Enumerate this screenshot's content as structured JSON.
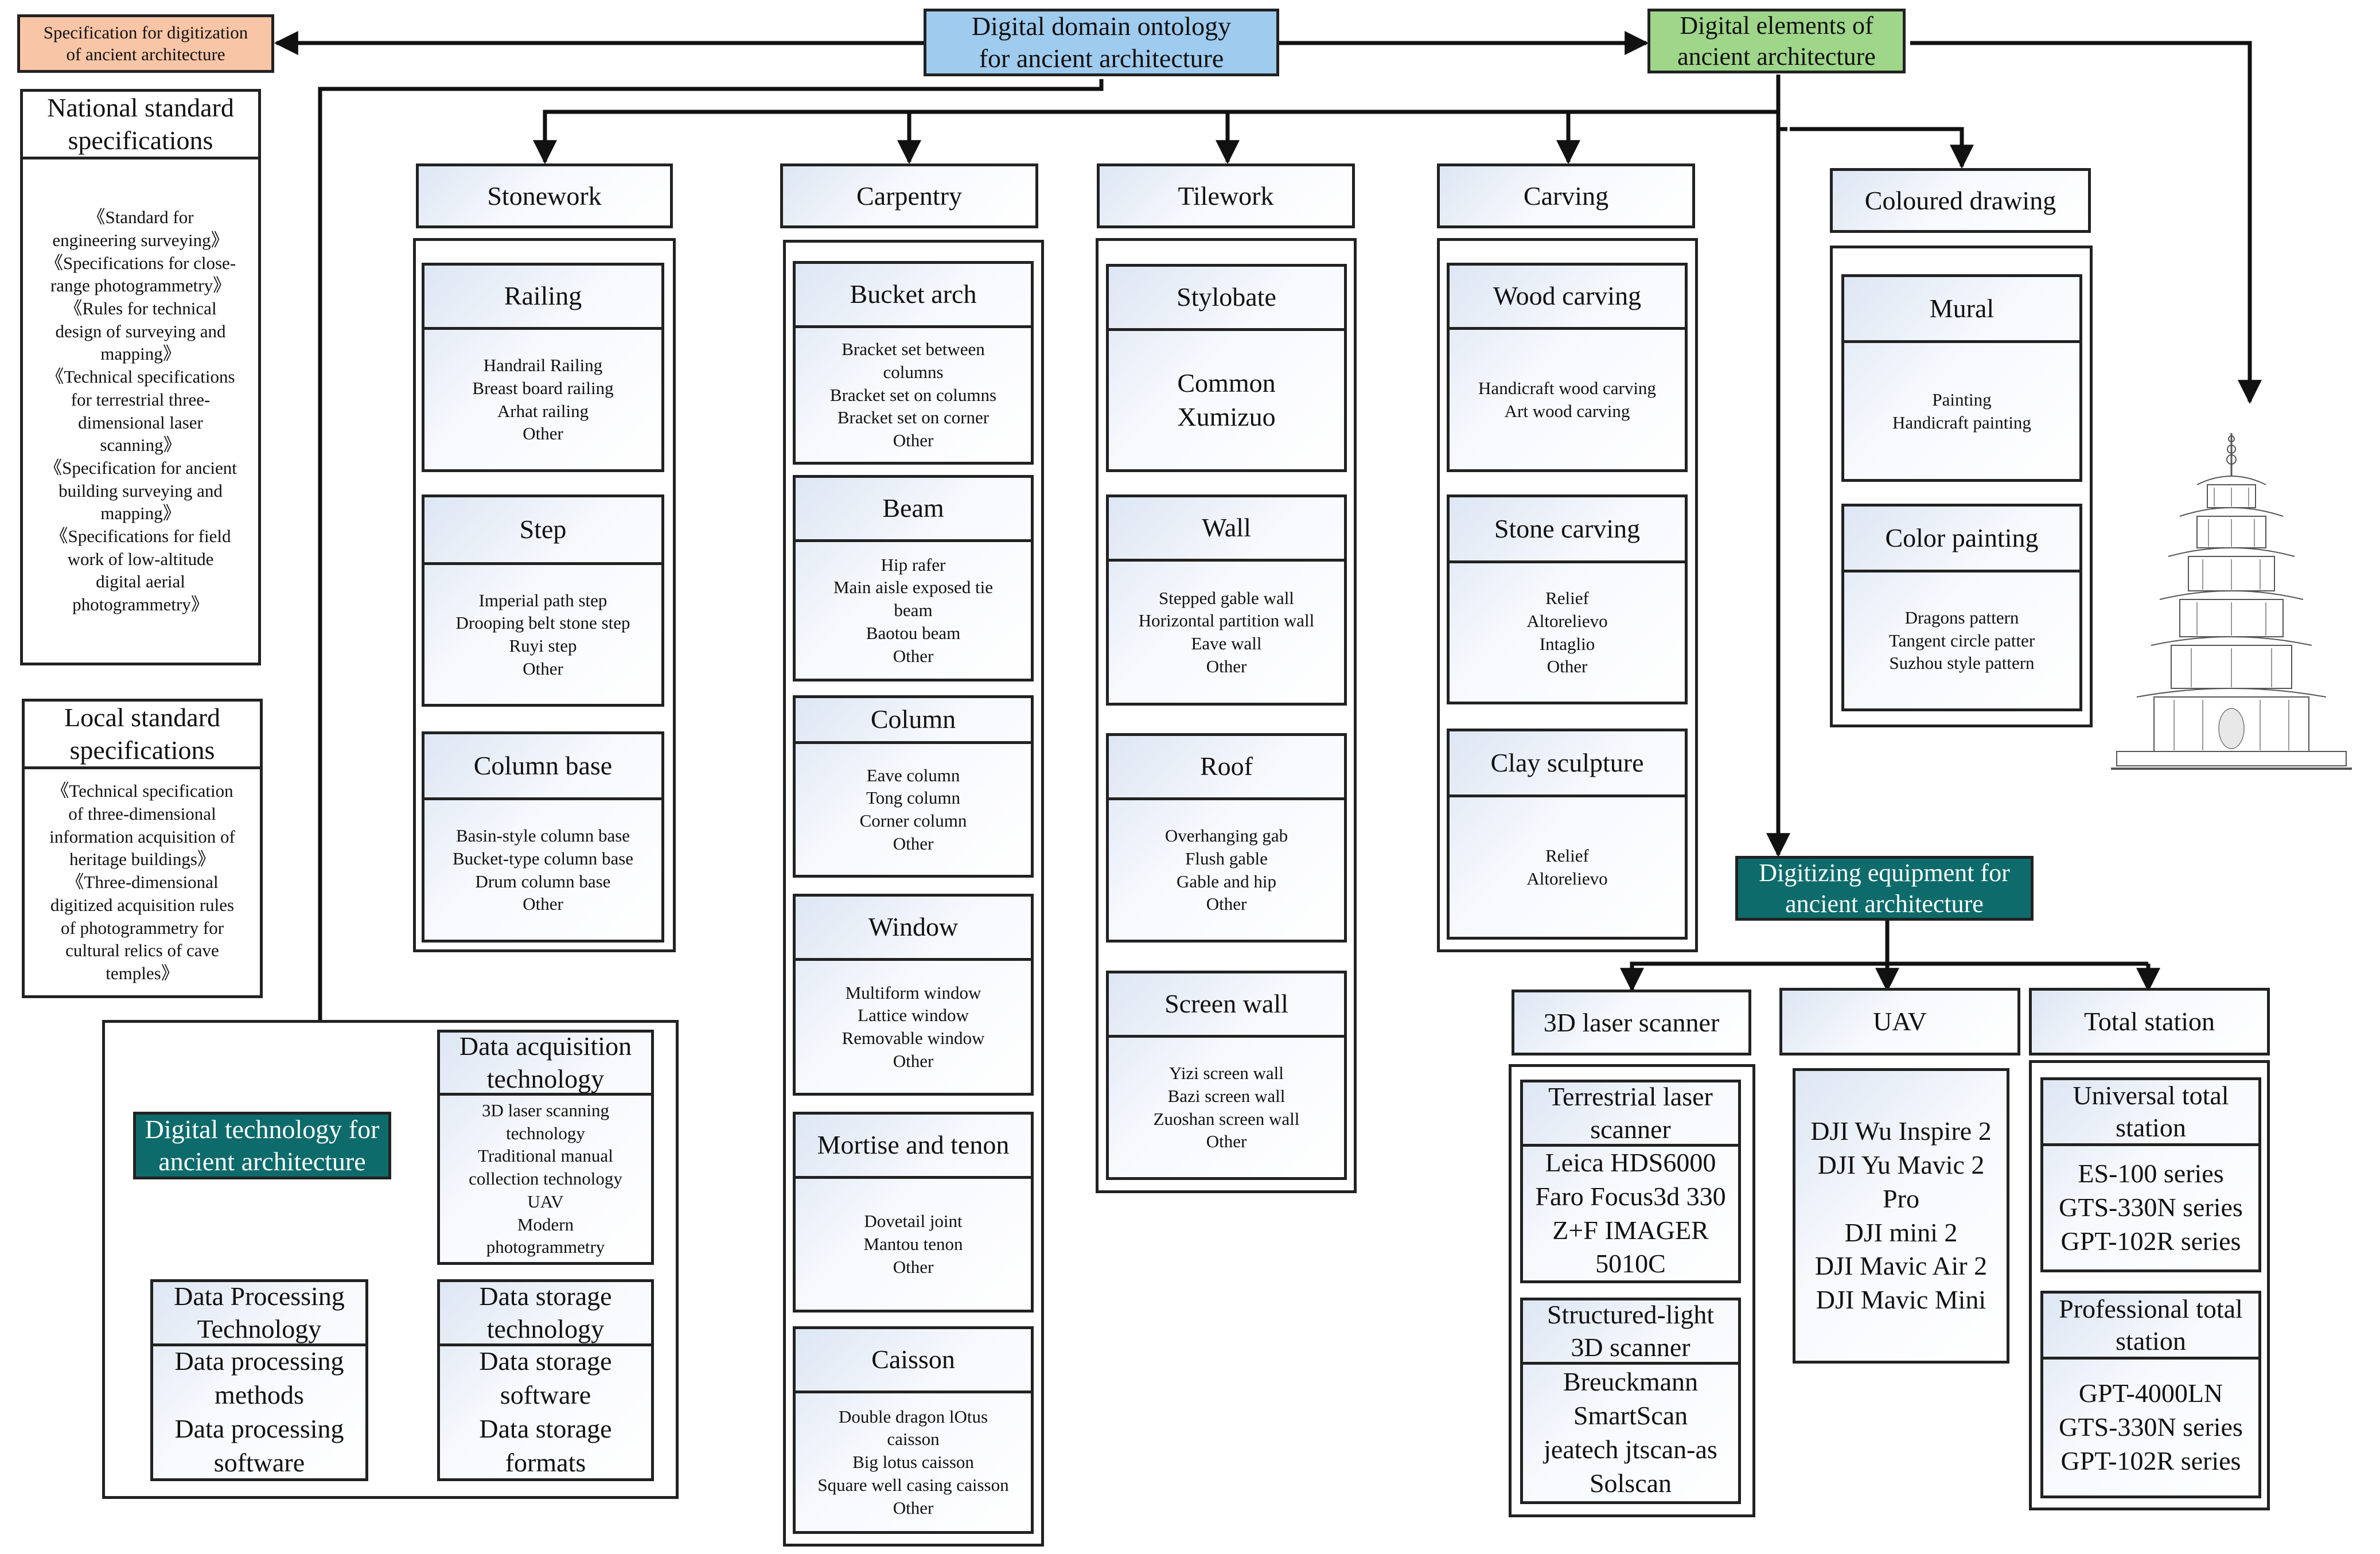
{
  "main_node": "Digital domain ontology\nfor ancient architecture",
  "spec_node": "Specification for digitization\nof ancient architecture",
  "elements_node": "Digital elements of\nancient architecture",
  "equipment_node": "Digitizing equipment for\nancient architecture",
  "technology_node": "Digital technology for\nancient architecture",
  "colors": {
    "main": "#9fcbee",
    "spec": "#f8c5a6",
    "elements": "#9fd68a",
    "teal": "#0e6b6b",
    "card_gradient": "#dde6f3"
  },
  "national_standard": {
    "title": "National standard\nspecifications",
    "items": [
      "《Standard for\nengineering surveying》",
      "《Specifications for close-\nrange photogrammetry》",
      "《Rules for technical\ndesign of surveying and\nmapping》",
      "《Technical specifications\nfor terrestrial three-\ndimensional laser\nscanning》",
      "《Specification for ancient\nbuilding surveying and\nmapping》",
      "《Specifications for field\nwork of low-altitude\ndigital aerial\nphotogrammetry》"
    ]
  },
  "local_standard": {
    "title": "Local standard\nspecifications",
    "items": [
      "《Technical specification\nof three-dimensional\ninformation acquisition of\nheritage buildings》",
      "《Three-dimensional\ndigitized acquisition rules\nof photogrammetry for\ncultural relics of cave\ntemples》"
    ]
  },
  "stonework": {
    "title": "Stonework",
    "cards": [
      {
        "title": "Railing",
        "items": [
          "Handrail Railing",
          "Breast board railing",
          "Arhat railing",
          "Other"
        ]
      },
      {
        "title": "Step",
        "items": [
          "Imperial path step",
          "Drooping belt stone step",
          "Ruyi step",
          "Other"
        ]
      },
      {
        "title": "Column base",
        "items": [
          "Basin-style column base",
          "Bucket-type column base",
          "Drum column base",
          "Other"
        ]
      }
    ]
  },
  "carpentry": {
    "title": "Carpentry",
    "cards": [
      {
        "title": "Bucket arch",
        "items": [
          "Bracket set between\ncolumns",
          "Bracket set on columns",
          "Bracket set on corner",
          "Other"
        ]
      },
      {
        "title": "Beam",
        "items": [
          "Hip rafer",
          "Main aisle exposed tie\nbeam",
          "Baotou beam",
          "Other"
        ]
      },
      {
        "title": "Column",
        "items": [
          "Eave column",
          "Tong column",
          "Corner column",
          "Other"
        ]
      },
      {
        "title": "Window",
        "items": [
          "Multiform window",
          "Lattice window",
          "Removable window",
          "Other"
        ]
      },
      {
        "title": "Mortise and tenon",
        "items": [
          "Dovetail joint",
          "Mantou tenon",
          "Other"
        ]
      },
      {
        "title": "Caisson",
        "items": [
          "Double dragon lOtus\ncaisson",
          "Big lotus caisson",
          "Square well casing caisson",
          "Other"
        ]
      }
    ]
  },
  "tilework": {
    "title": "Tilework",
    "cards": [
      {
        "title": "Stylobate",
        "items": [
          "Common\nXumizuo"
        ]
      },
      {
        "title": "Wall",
        "items": [
          "Stepped gable wall",
          "Horizontal partition wall",
          "Eave wall",
          "Other"
        ]
      },
      {
        "title": "Roof",
        "items": [
          "Overhanging gab",
          "Flush gable",
          "Gable and hip",
          "Other"
        ]
      },
      {
        "title": "Screen wall",
        "items": [
          "Yizi screen wall",
          "Bazi screen wall",
          "Zuoshan screen wall",
          "Other"
        ]
      }
    ]
  },
  "carving": {
    "title": "Carving",
    "cards": [
      {
        "title": "Wood carving",
        "items": [
          "Handicraft wood carving",
          "Art wood carving"
        ]
      },
      {
        "title": "Stone carving",
        "items": [
          "Relief",
          "Altorelievo",
          "Intaglio",
          "Other"
        ]
      },
      {
        "title": "Clay sculpture",
        "items": [
          "Relief",
          "Altorelievo"
        ]
      }
    ]
  },
  "coloured_drawing": {
    "title": "Coloured drawing",
    "cards": [
      {
        "title": "Mural",
        "items": [
          "Painting",
          "Handicraft painting"
        ]
      },
      {
        "title": "Color painting",
        "items": [
          "Dragons pattern",
          "Tangent circle patter",
          "Suzhou style pattern"
        ]
      }
    ]
  },
  "laser_scanner": {
    "title": "3D laser scanner",
    "cards": [
      {
        "title": "Terrestrial laser\nscanner",
        "items": [
          "Leica HDS6000",
          "Faro Focus3d 330",
          "Z+F IMAGER\n5010C"
        ]
      },
      {
        "title": "Structured-light\n3D scanner",
        "items": [
          "Breuckmann\nSmartScan",
          "jeatech jtscan-as",
          "Solscan"
        ]
      }
    ]
  },
  "uav": {
    "title": "UAV",
    "items": [
      "DJI Wu Inspire 2",
      "DJI Yu Mavic 2\nPro",
      "DJI mini 2",
      "DJI Mavic Air 2",
      "DJI Mavic Mini"
    ]
  },
  "total_station": {
    "title": "Total station",
    "cards": [
      {
        "title": "Universal total\nstation",
        "items": [
          "ES-100 series",
          "GTS-330N series",
          "GPT-102R series"
        ]
      },
      {
        "title": "Professional total\nstation",
        "items": [
          "GPT-4000LN",
          "GTS-330N series",
          "GPT-102R series"
        ]
      }
    ]
  },
  "technology": {
    "acquisition": {
      "title": "Data acquisition\ntechnology",
      "items": [
        "3D laser scanning\ntechnology",
        "Traditional manual\ncollection technology",
        "UAV",
        "Modern\nphotogrammetry"
      ]
    },
    "processing": {
      "title": "Data Processing\nTechnology",
      "items": [
        "Data processing\nmethods",
        "Data processing\nsoftware"
      ]
    },
    "storage": {
      "title": "Data storage\ntechnology",
      "items": [
        "Data storage\nsoftware",
        "Data storage\nformats"
      ]
    }
  }
}
